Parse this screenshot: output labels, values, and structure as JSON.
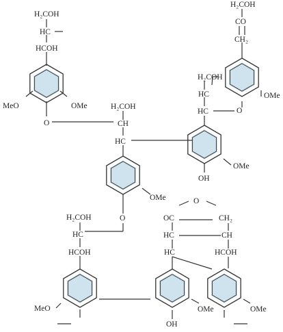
{
  "diagram": {
    "ring_fill_color": "#cfe3ee",
    "line_color": "#333333",
    "labels": {
      "u1_h2coh": "H₂COH",
      "u1_hc": "HC",
      "u1_hcoh": "HCOH",
      "u1_meo": "MeO",
      "u1_ome": "OMe",
      "u1_o": "O",
      "u2_h2coh": "H₂COH",
      "u2_co": "CO",
      "u2_ch2": "CH₂",
      "u2_h2coh_b": "H₂COH",
      "u2_hc": "HC",
      "u2_hc_b": "HC",
      "u2_o": "O",
      "u2_ome": "OMe",
      "c_h2coh": "H₂COH",
      "c_ch": "CH",
      "c_hc": "HC",
      "r_oh": "OH",
      "r_ome": "OMe",
      "m_ome": "OMe",
      "m_o": "O",
      "b1_h2coh": "H₂COH",
      "b1_hc": "HC",
      "b1_hcoh": "HCOH",
      "b1_meo": "MeO",
      "b2_oc": "OC",
      "b2_o": "O",
      "b2_ch2": "CH₂",
      "b2_hc": "HC",
      "b2_ch": "CH",
      "b2_hc_b": "HC",
      "b2_hcoh": "HCOH",
      "b2_oh": "OH",
      "b2_ome": "OMe",
      "b3_ome": "OMe"
    }
  }
}
